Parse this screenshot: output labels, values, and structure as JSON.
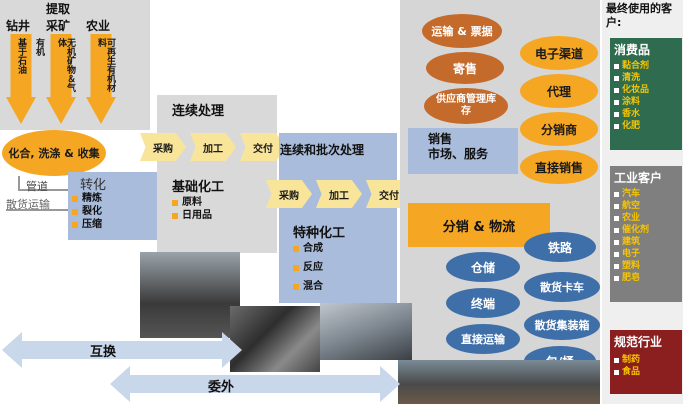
{
  "extraction": {
    "title": "提取",
    "sources": [
      "钻井",
      "采矿",
      "农业"
    ],
    "arrow_texts": [
      "基于石油",
      "有机",
      "无机矿物＆气体",
      "可再生有机材料"
    ]
  },
  "processing": {
    "collect": "化合, 洗涤 & 收集",
    "pipeline": "管道",
    "bulk_transport": "散货运输"
  },
  "conversion": {
    "title": "转化",
    "items": [
      "精炼",
      "裂化",
      "压缩"
    ]
  },
  "continuous": {
    "title": "连续处理",
    "steps": [
      "采购",
      "加工",
      "交付"
    ],
    "subtitle": "基础化工",
    "items": [
      "原料",
      "日用品"
    ]
  },
  "batch": {
    "title": "连续和批次处理",
    "steps": [
      "采购",
      "加工",
      "交付"
    ],
    "subtitle": "特种化工",
    "items": [
      "合成",
      "反应",
      "混合"
    ]
  },
  "sales": {
    "ellipses": [
      "运输 & 票据",
      "寄售",
      "供应商管理库存"
    ],
    "box_title": "销售\n市场、服务",
    "channels": [
      "电子渠道",
      "代理",
      "分销商",
      "直接销售"
    ]
  },
  "distribution": {
    "title": "分销 & 物流",
    "modes": [
      "仓储",
      "铁路",
      "散货卡车",
      "终端",
      "散货集装箱",
      "直接运输",
      "包/桶"
    ]
  },
  "bottom_arrows": {
    "swap": "互换",
    "outsource": "委外"
  },
  "customers": {
    "title": "最终使用的客户:",
    "groups": [
      {
        "name": "消费品",
        "items": [
          "黏合剂",
          "清洗",
          "化妆品",
          "涂料",
          "香水",
          "化肥"
        ],
        "color": "#2e6b4f"
      },
      {
        "name": "工业客户",
        "items": [
          "汽车",
          "航空",
          "农业",
          "催化剂",
          "建筑",
          "电子",
          "塑料",
          "肥皂"
        ],
        "color": "#7f7f7f"
      },
      {
        "name": "规范行业",
        "items": [
          "制药",
          "食品"
        ],
        "color": "#8b1e1e"
      }
    ]
  }
}
